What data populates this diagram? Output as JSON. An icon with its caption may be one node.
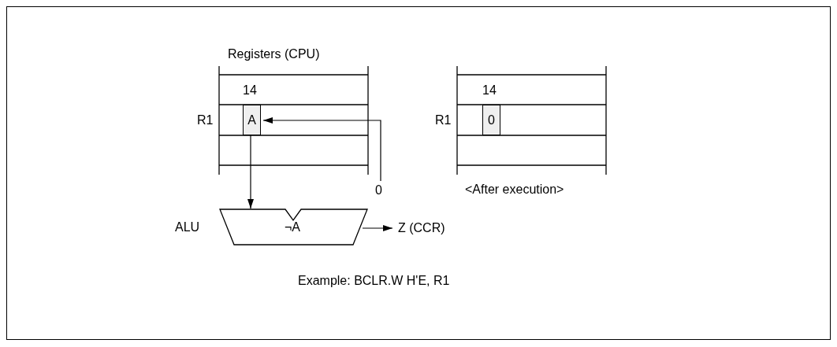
{
  "diagram": {
    "nodes": [
      {
        "text": [
          "Registers (CPU)"
        ]
      },
      {
        "text": [
          "A"
        ],
        "in": 0,
        "beside": [
          "14"
        ]
      },
      {
        "text": [
          "0"
        ]
      },
      {
        "text": [
          "¬A"
        ],
        "beside": [
          "ALU"
        ]
      },
      {
        "text": [
          "Z (CCR)"
        ]
      },
      {
        "text": [
          "<After execution>"
        ]
      },
      {
        "text": [
          "0"
        ],
        "in": 5,
        "beside": [
          "14"
        ]
      }
    ],
    "edges": [
      {
        "from": 2,
        "to": 1,
        "arrow": "to"
      },
      {
        "from": 1,
        "to": 3,
        "arrow": "to"
      },
      {
        "from": 3,
        "to": 4,
        "arrow": "to"
      }
    ],
    "labels": [
      "R1",
      "R1",
      "Example: BCLR.W H'E, R1"
    ]
  }
}
